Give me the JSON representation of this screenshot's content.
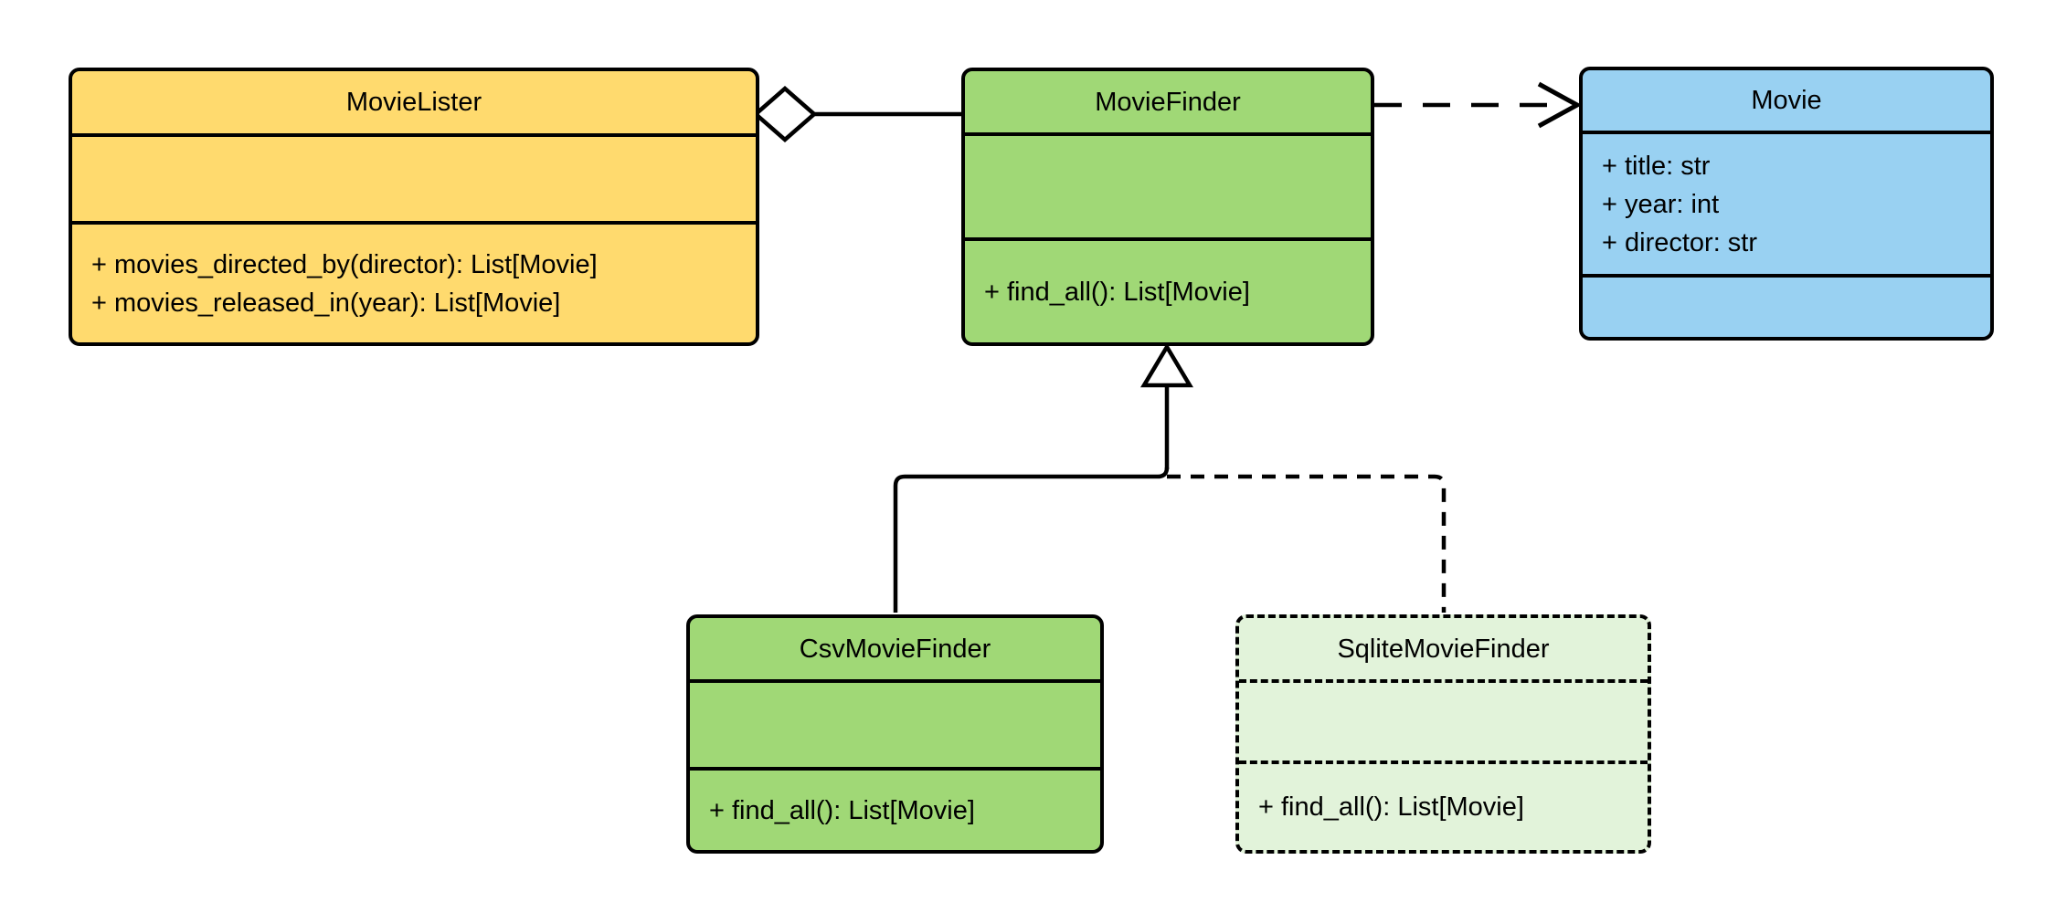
{
  "diagram": {
    "kind": "uml-class-diagram",
    "colors": {
      "background": "#FFFFFF",
      "stroke": "#000000",
      "movielister_fill": "#FFDA6E",
      "moviefinder_fill": "#A0D876",
      "movie_fill": "#99D1F2",
      "csvmoviefinder_fill": "#A0D876",
      "sqlitemoviefinder_fill": "#E2F3DA"
    },
    "classes": [
      {
        "name": "MovieLister",
        "fill": "#FFDA6E",
        "border_style": "solid",
        "attributes": [],
        "methods": [
          "+ movies_directed_by(director): List[Movie]",
          "+ movies_released_in(year): List[Movie]"
        ]
      },
      {
        "name": "MovieFinder",
        "fill": "#A0D876",
        "border_style": "solid",
        "attributes": [],
        "methods": [
          "+ find_all(): List[Movie]"
        ]
      },
      {
        "name": "Movie",
        "fill": "#99D1F2",
        "border_style": "solid",
        "attributes": [
          "+ title: str",
          "+ year: int",
          "+ director: str"
        ],
        "methods": []
      },
      {
        "name": "CsvMovieFinder",
        "fill": "#A0D876",
        "border_style": "solid",
        "attributes": [],
        "methods": [
          "+ find_all(): List[Movie]"
        ]
      },
      {
        "name": "SqliteMovieFinder",
        "fill": "#E2F3DA",
        "border_style": "dashed",
        "attributes": [],
        "methods": [
          "+ find_all(): List[Movie]"
        ]
      }
    ],
    "relationships": [
      {
        "type": "aggregation",
        "from": "MovieLister",
        "to": "MovieFinder",
        "line": "solid",
        "marker": "hollow-diamond-at-source"
      },
      {
        "type": "dependency",
        "from": "MovieFinder",
        "to": "Movie",
        "line": "dashed",
        "marker": "open-arrow-at-target"
      },
      {
        "type": "generalization",
        "from": "CsvMovieFinder",
        "to": "MovieFinder",
        "line": "solid",
        "marker": "hollow-triangle-at-target"
      },
      {
        "type": "generalization",
        "from": "SqliteMovieFinder",
        "to": "MovieFinder",
        "line": "dashed",
        "marker": "hollow-triangle-at-target"
      }
    ]
  }
}
